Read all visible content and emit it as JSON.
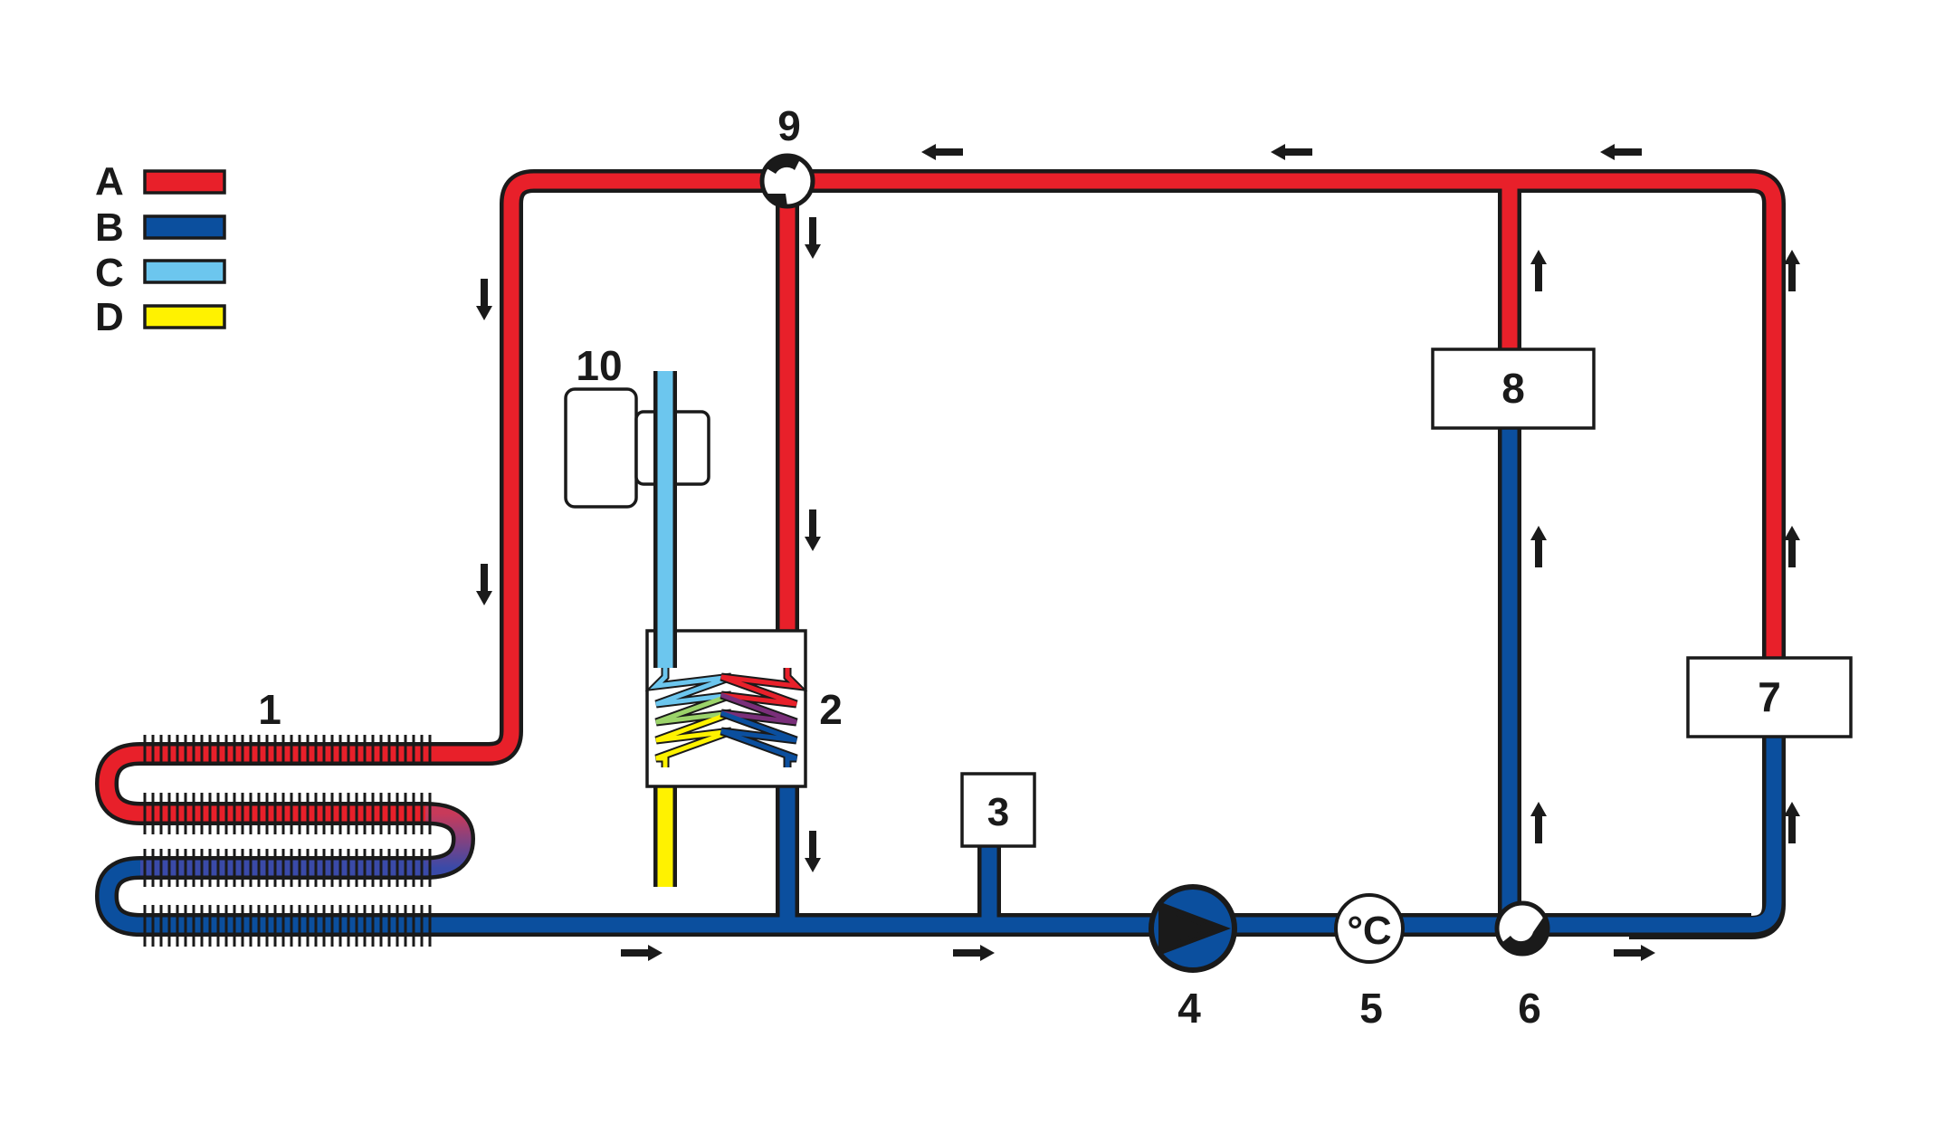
{
  "colors": {
    "A": "#e8202a",
    "B": "#0b4f9e",
    "C": "#6cc6ee",
    "D": "#fff200",
    "outline": "#1a1a1a"
  },
  "legend": [
    {
      "key": "A",
      "label": "A",
      "color": "#e8202a"
    },
    {
      "key": "B",
      "label": "B",
      "color": "#0b4f9e"
    },
    {
      "key": "C",
      "label": "C",
      "color": "#6cc6ee"
    },
    {
      "key": "D",
      "label": "D",
      "color": "#fff200"
    }
  ],
  "components": {
    "c1": "1",
    "c2": "2",
    "c3": "3",
    "c4": "4",
    "c5": "5",
    "c6": "6",
    "c7": "7",
    "c8": "8",
    "c9": "9",
    "c10": "10"
  },
  "thermometer_symbol": "°C",
  "flow_arrow_icon": "arrow-icon"
}
